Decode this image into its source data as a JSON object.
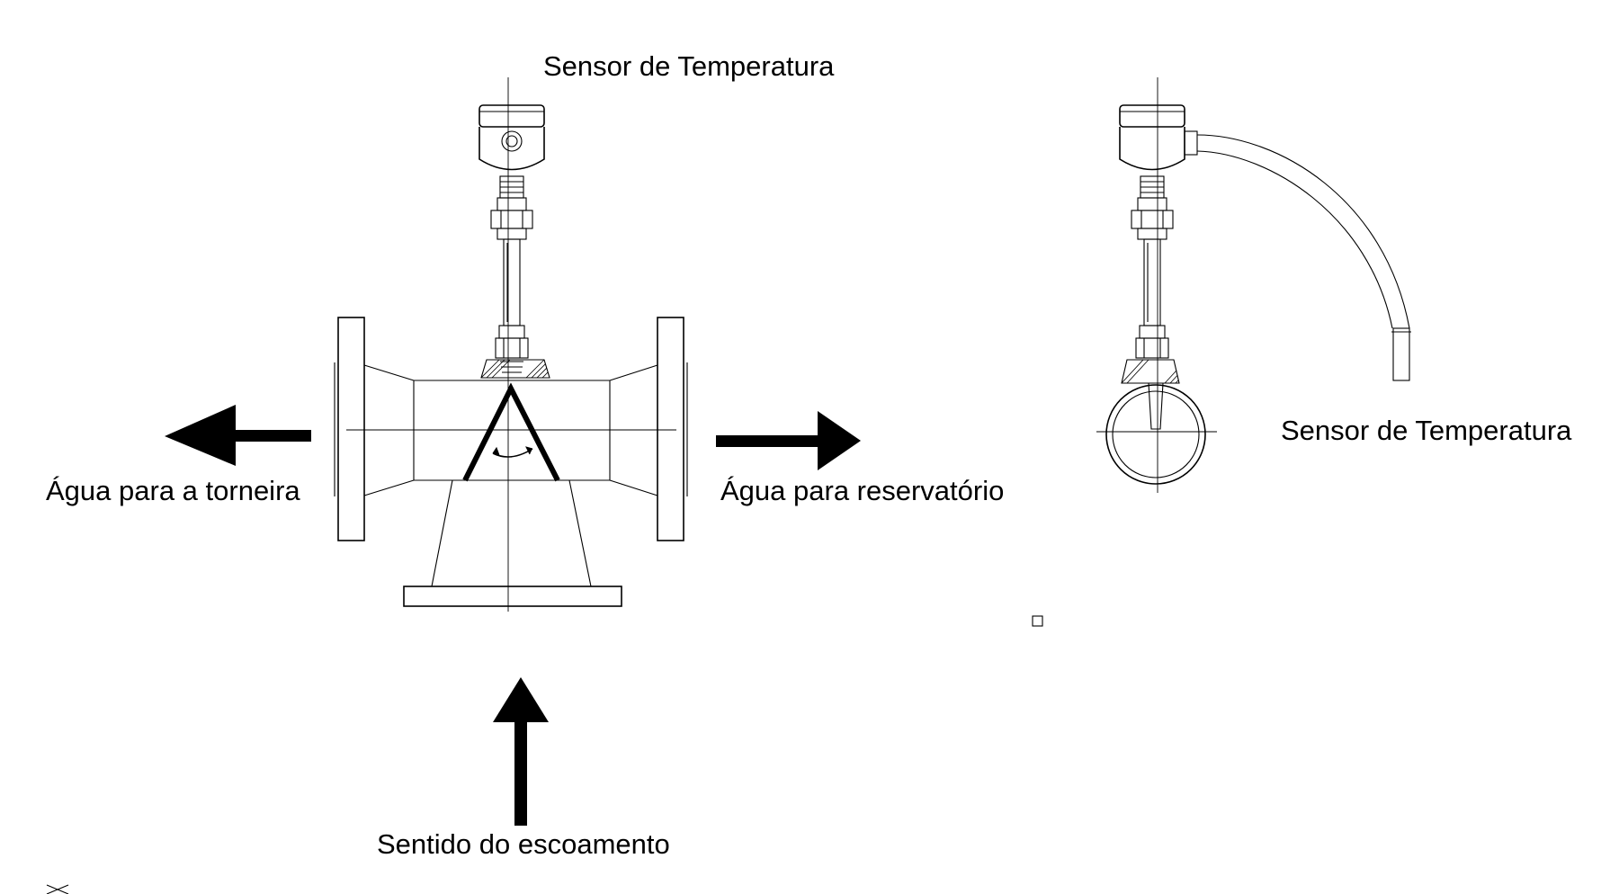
{
  "labels": {
    "sensor_top": "Sensor de Temperatura",
    "sensor_right": "Sensor de Temperatura",
    "outlet_left": "Água para a torneira",
    "outlet_right": "Água para reservatório",
    "flow_direction": "Sentido do escoamento"
  },
  "colors": {
    "background": "#ffffff",
    "line": "#000000"
  }
}
